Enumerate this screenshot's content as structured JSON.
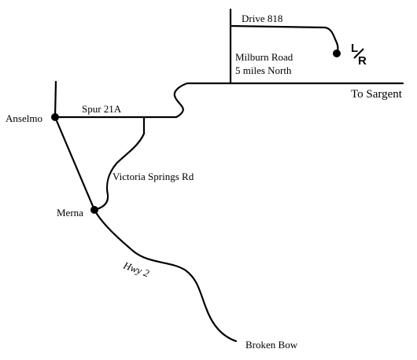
{
  "map": {
    "roads": {
      "drive": "Drive 818",
      "milburn_line1": "Milburn Road",
      "milburn_line2": "5 miles North",
      "to_sargent": "To Sargent",
      "spur": "Spur 21A",
      "victoria": "Victoria Springs Rd",
      "hwy": "Hwy 2",
      "broken_bow": "Broken Bow"
    },
    "towns": {
      "anselmo": "Anselmo",
      "merna": "Merna"
    },
    "logo": {
      "top_letter": "L",
      "bottom_letter": "R"
    },
    "colors": {
      "ink": "#000000",
      "background": "#ffffff"
    }
  }
}
